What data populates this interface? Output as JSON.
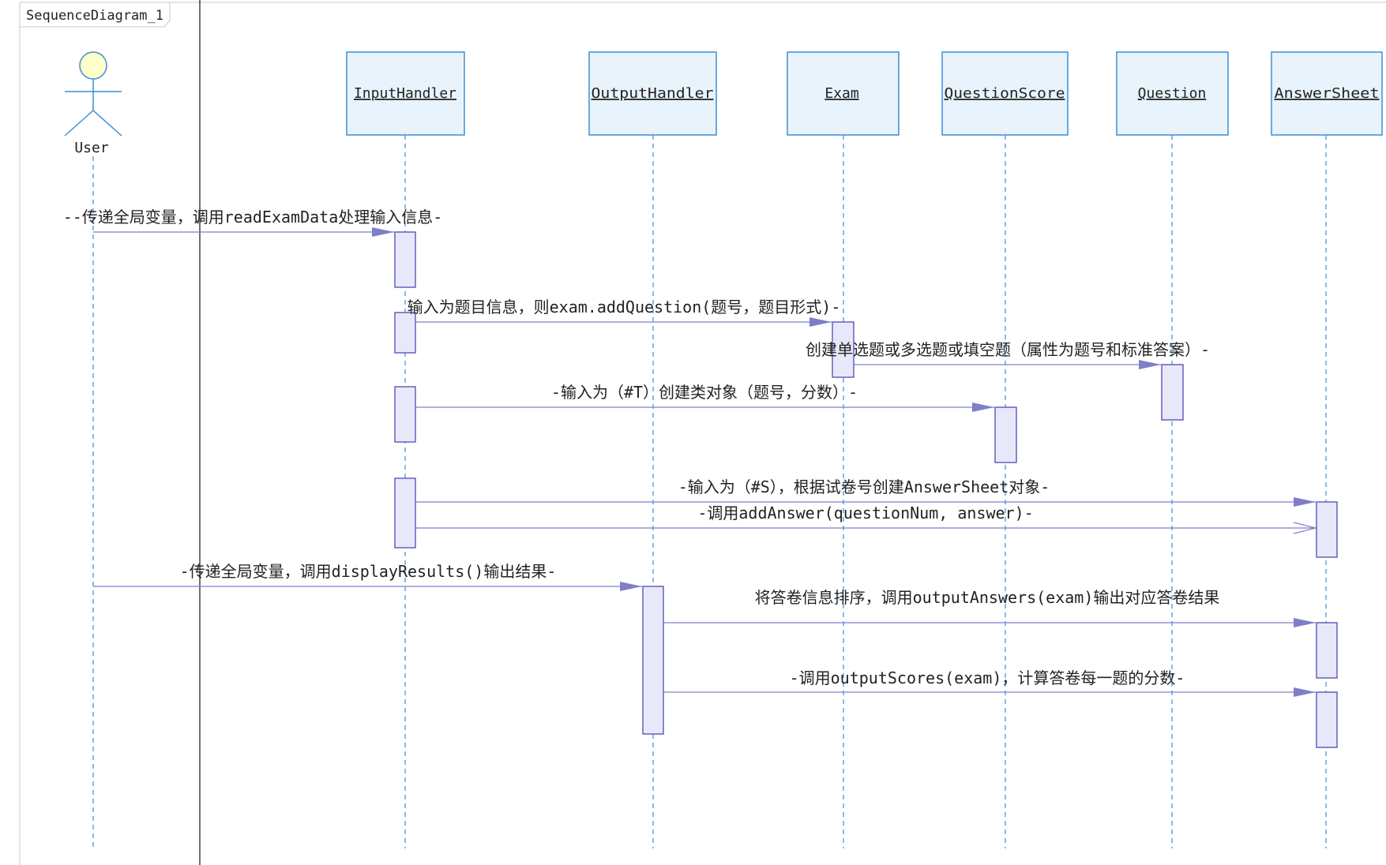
{
  "diagram": {
    "frame_label": "SequenceDiagram_1",
    "actor": {
      "label": "User"
    },
    "participants": [
      {
        "id": "input",
        "label": "InputHandler"
      },
      {
        "id": "output",
        "label": "OutputHandler"
      },
      {
        "id": "exam",
        "label": "Exam"
      },
      {
        "id": "qscore",
        "label": "QuestionScore"
      },
      {
        "id": "question",
        "label": "Question"
      },
      {
        "id": "answer",
        "label": "AnswerSheet"
      }
    ],
    "messages": [
      {
        "from": "user",
        "to": "input",
        "label": "--传递全局变量，调用readExamData处理输入信息-",
        "arrow": "filled"
      },
      {
        "from": "input",
        "to": "exam",
        "label": "输入为题目信息，则exam.addQuestion(题号，题目形式)-",
        "arrow": "filled"
      },
      {
        "from": "exam",
        "to": "question",
        "label": "创建单选题或多选题或填空题（属性为题号和标准答案）-",
        "arrow": "filled"
      },
      {
        "from": "input",
        "to": "qscore",
        "label": "-输入为（#T）创建类对象（题号，分数）-",
        "arrow": "filled"
      },
      {
        "from": "input",
        "to": "answer",
        "label": "-输入为（#S），根据试卷号创建AnswerSheet对象-",
        "arrow": "filled"
      },
      {
        "from": "input",
        "to": "answer",
        "label": "-调用addAnswer(questionNum, answer)-",
        "arrow": "open"
      },
      {
        "from": "user",
        "to": "output",
        "label": "-传递全局变量，调用displayResults()输出结果-",
        "arrow": "filled"
      },
      {
        "from": "output",
        "to": "answer",
        "label": "将答卷信息排序，调用outputAnswers(exam)输出对应答卷结果",
        "arrow": "filled"
      },
      {
        "from": "output",
        "to": "answer",
        "label": "-调用outputScores(exam)，计算答卷每一题的分数-",
        "arrow": "filled"
      }
    ],
    "colors": {
      "box_fill": "#e9f3fc",
      "box_stroke": "#3b8fd6",
      "lifeline": "#3b8fd6",
      "activation_fill": "#e8e8fa",
      "activation_stroke": "#4b4bb5",
      "arrow": "#7f7fc8",
      "actor_head": "#ffffcc"
    }
  }
}
